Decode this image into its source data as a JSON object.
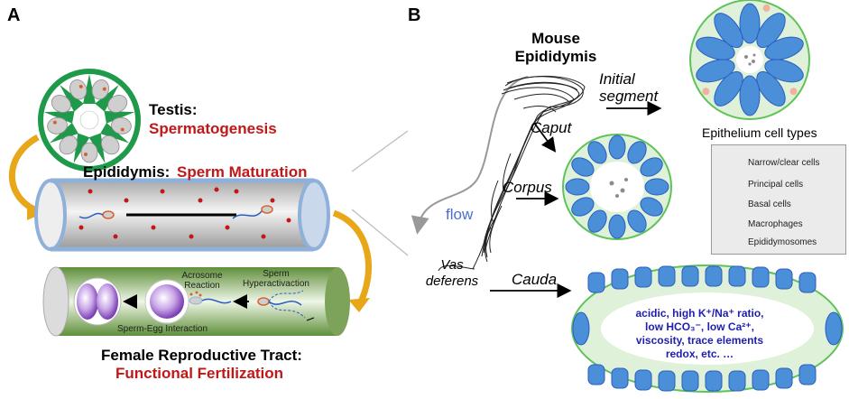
{
  "colors": {
    "accent_red": "#c01818",
    "flow_blue": "#4a6fcf",
    "text_blue": "#1e1eb0",
    "arrow_orange": "#e7a718",
    "principal_cell": "#4a8fd8",
    "narrow_cell": "#dff1d8",
    "basal_cell": "#f2b19c",
    "macrophage": "#5fc35a",
    "epididymosome": "#8c8c8c"
  },
  "panel_a": {
    "label": "A",
    "testis_title": "Testis:",
    "testis_process": "Spermatogenesis",
    "epididymis_title": "Epididymis:",
    "epididymis_process": "Sperm Maturation",
    "acrosome_line1": "Acrosome",
    "acrosome_line2": "Reaction",
    "hyper_line1": "Sperm",
    "hyper_line2": "Hyperactivaction",
    "egg_interaction": "Sperm-Egg Interaction",
    "frt_title": "Female Reproductive Tract:",
    "frt_process": "Functional Fertilization"
  },
  "panel_b": {
    "label": "B",
    "title_line1": "Mouse",
    "title_line2": "Epididymis",
    "initial_line1": "Initial",
    "initial_line2": "segment",
    "caput": "Caput",
    "corpus": "Corpus",
    "cauda": "Cauda",
    "flow": "flow",
    "vas_line1": "Vas",
    "vas_line2": "deferens",
    "cauda_conditions": [
      "acidic, high K⁺/Na⁺ ratio,",
      "low HCO₃⁻, low Ca²⁺,",
      "viscosity, trace elements",
      "redox, etc. …"
    ]
  },
  "legend": {
    "title": "Epithelium cell types",
    "items": [
      "Narrow/clear cells",
      "Principal cells",
      "Basal cells",
      "Macrophages",
      "Epididymosomes"
    ]
  }
}
